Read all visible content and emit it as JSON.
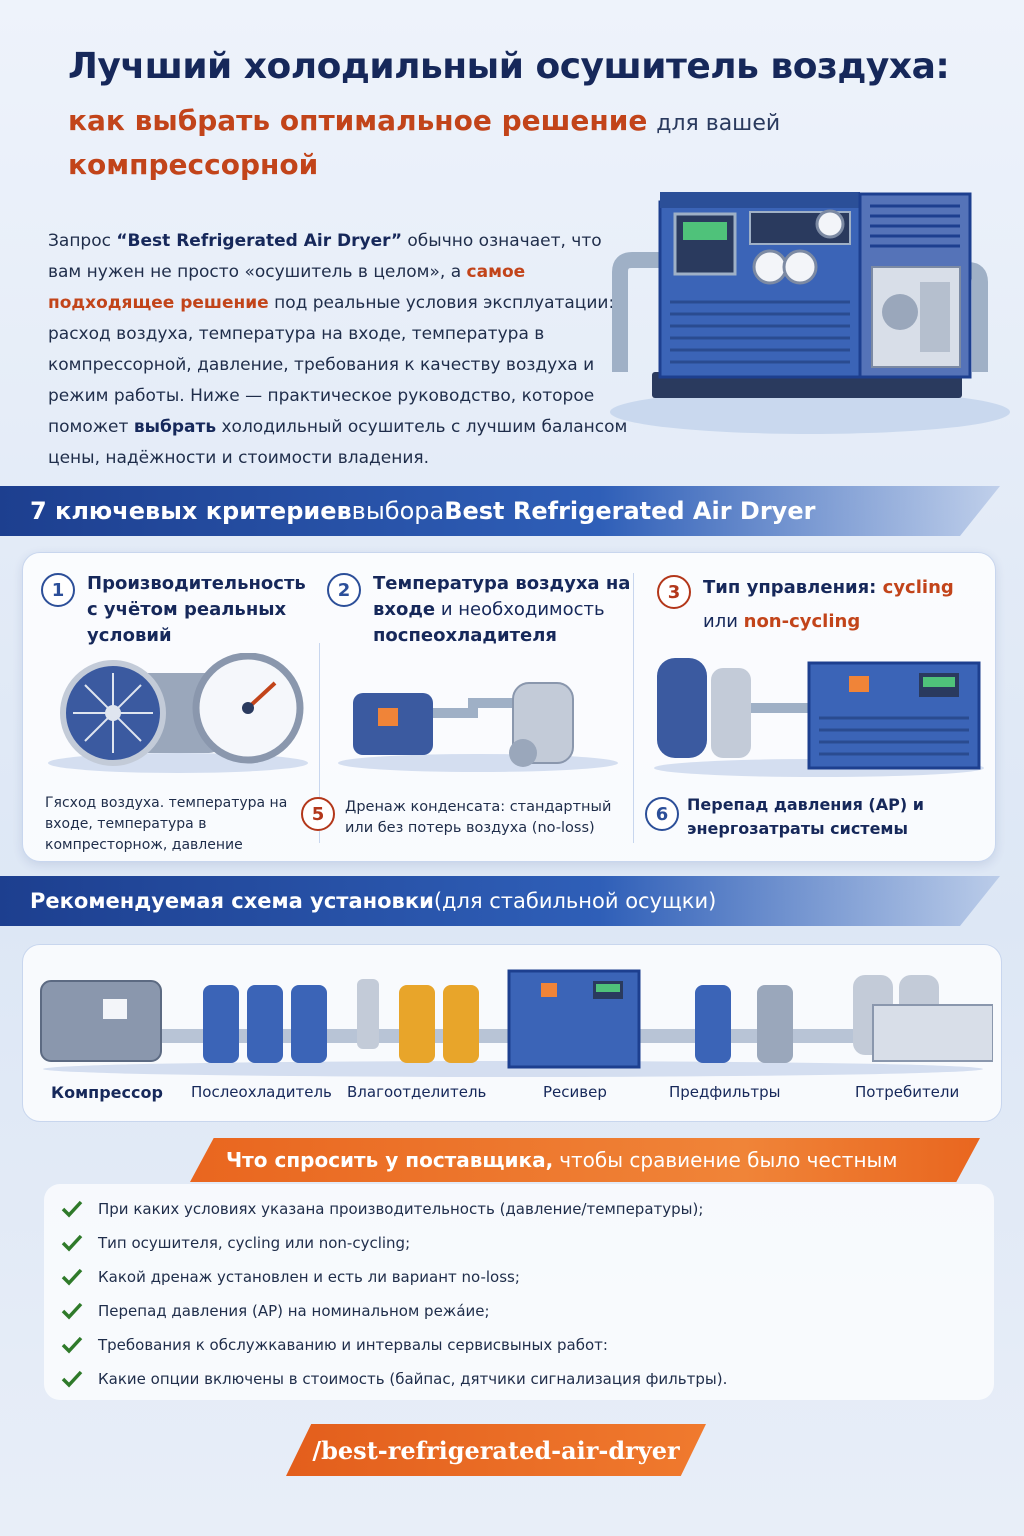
{
  "header": {
    "title_line1": "Лучший холодильный осушитель воздуха:",
    "title_line2_highlight": "как выбрать оптимальное решение",
    "title_line2_rest": "для вашей",
    "title_line3": "компрессорной"
  },
  "intro": {
    "p1": "Запрос ",
    "p1_bold": "“Best Refrigerated Air Dryer”",
    "p2": " обычно означает, что вам нужен не просто «осушитель в целом», а ",
    "p2_accent": "самое подходящее решение",
    "p3": " под реальные условия эксплуатации: расход воздуха, температура на входе, температура в компрессорной, давление, требования к качеству воздуха и режим работы. Ниже — практическое руководство, которое поможет ",
    "p3_bold": "выбрать",
    "p4": " холодильный осушитель с лучшим балансом цены, надёжности и стоимости владения."
  },
  "section1": {
    "title_bold1": "7 ключевых критериев",
    "title_light": " выбора ",
    "title_bold2": "Best Refrigerated Air Dryer"
  },
  "criteria": [
    {
      "num": "1",
      "title": "Производительность с учётом реальных условий"
    },
    {
      "num": "2",
      "title_a": "Температура воздуха на входе",
      "title_b": " и необходимость ",
      "title_c": "поспеохладителя"
    },
    {
      "num": "3",
      "title_a": "Тип управления: ",
      "title_b": "cycling",
      "title_c": "или ",
      "title_d": "non-cycling"
    },
    {
      "sub": "Гясход воздуха. температура на входе, температура в компресторнож, давление"
    },
    {
      "num": "5",
      "title": "Дренаж конденсата: стандартный или без потерь воздуха (no-loss)"
    },
    {
      "num": "6",
      "title": "Перепад давления (AP) и энергозатраты системы"
    }
  ],
  "section2": {
    "title_bold": "Рекомендуемая схема установки",
    "title_light": " (для стабильной осущки)"
  },
  "scheme": {
    "labels": [
      "Компрессор",
      "Послеохладитель",
      "Влагоотделитель",
      "Ресивер",
      "Предфильтры",
      "Потребители"
    ]
  },
  "ask": {
    "title_bold": "Что спросить у поставщика,",
    "title_rest": "чтобы сравиение было честным",
    "items": [
      "При каких условиях указана производительность (давление/температуры);",
      "Тип осушителя, cycling или non-cycling;",
      "Какой дренаж установлен и есть ли вариант  no-loss;",
      "Перепад давления (AP) на номинальном режа́ие;",
      "Требования к обслужкаванию и интервалы сервисвыных работ:",
      "Какие опции включены в стоимость (байпас, дятчики сигнализация фильтры)."
    ]
  },
  "url": "/best-refrigerated-air-dryer",
  "colors": {
    "navy": "#16285a",
    "accent_orange": "#c2441a",
    "banner_blue": "#2f5fb8",
    "check_green": "#2f7a2a"
  }
}
